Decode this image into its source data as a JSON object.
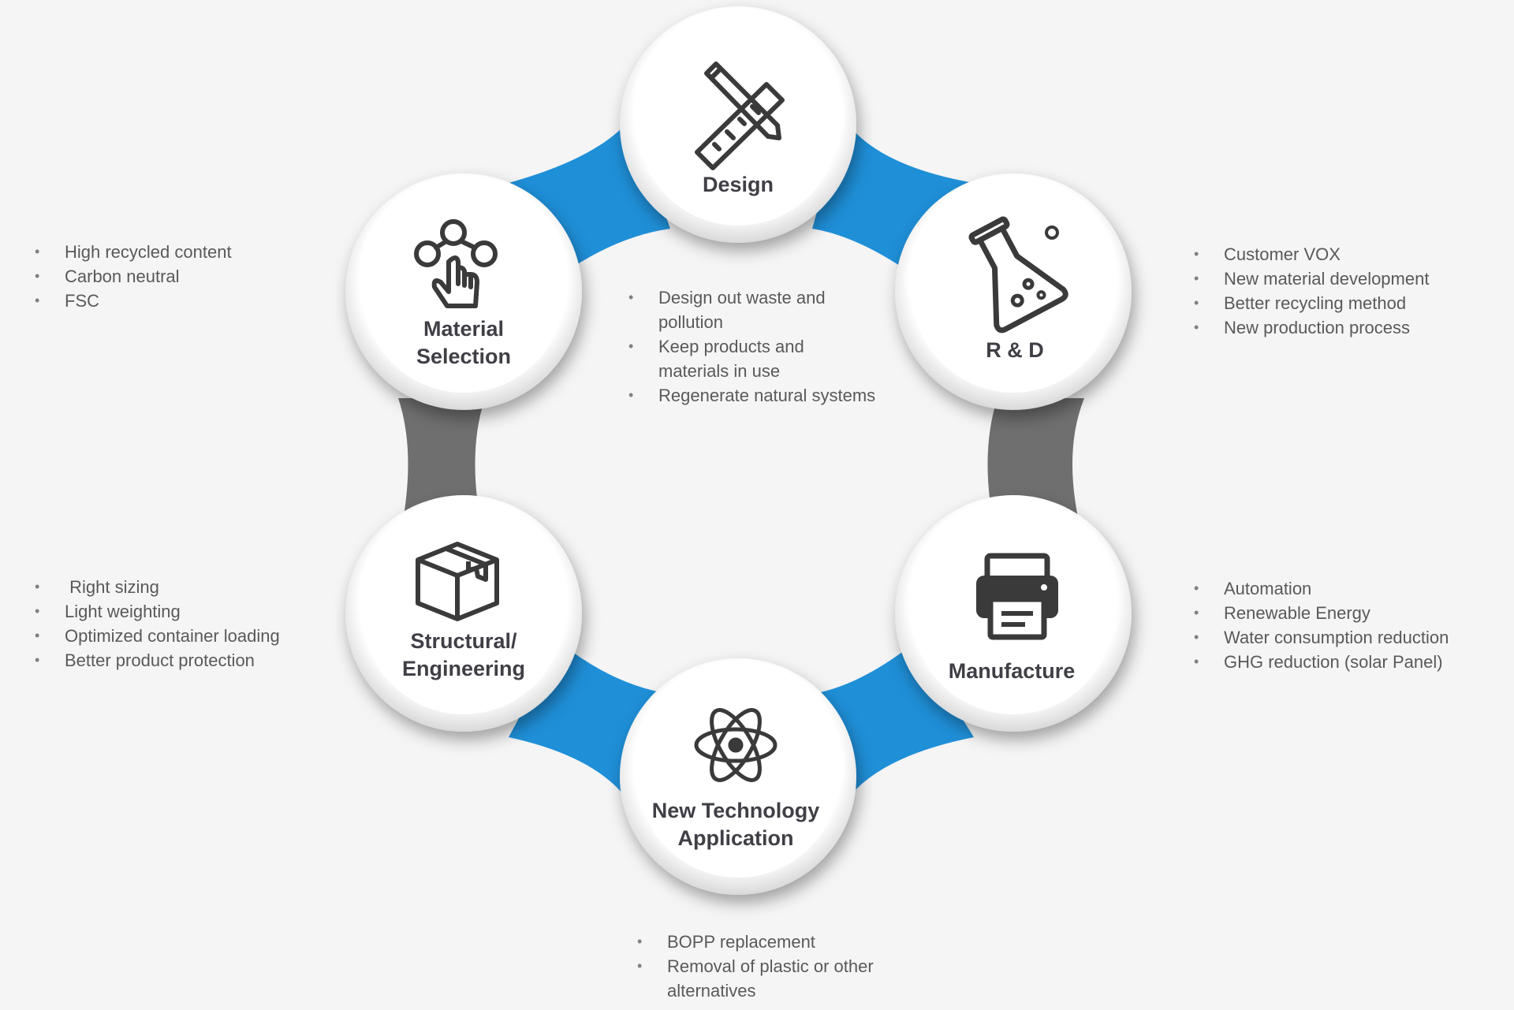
{
  "nodes": {
    "design": {
      "title": "Design",
      "icon": "ruler-pencil-icon"
    },
    "rnd": {
      "title": "R & D",
      "icon": "flask-icon"
    },
    "manufacture": {
      "title": "Manufacture",
      "icon": "printer-icon"
    },
    "new_tech": {
      "title_line1": "New Technology",
      "title_line2": "Application",
      "icon": "atom-icon"
    },
    "structural": {
      "title_line1": "Structural/",
      "title_line2": "Engineering",
      "icon": "box-icon"
    },
    "material": {
      "title_line1": "Material",
      "title_line2": "Selection",
      "icon": "touch-network-icon"
    }
  },
  "lists": {
    "material": [
      "High recycled content",
      "Carbon neutral",
      "FSC"
    ],
    "rnd": [
      "Customer VOX",
      "New material development",
      "Better recycling method",
      "New production process"
    ],
    "center": [
      {
        "line1": "Design out waste and",
        "line2": "pollution"
      },
      {
        "line1": "Keep products and",
        "line2": "materials in use"
      },
      {
        "line1": "Regenerate natural systems",
        "line2": ""
      }
    ],
    "structural": [
      "Right sizing",
      "Light weighting",
      "Optimized container loading",
      "Better product protection"
    ],
    "manufacture": [
      "Automation",
      "Renewable Energy",
      "Water consumption reduction",
      "GHG reduction (solar Panel)"
    ],
    "new_tech": [
      {
        "line1": "BOPP replacement",
        "line2": ""
      },
      {
        "line1": "Removal of plastic or other",
        "line2": "alternatives"
      }
    ]
  },
  "colors": {
    "background": "#f5f5f5",
    "connector_blue": "#1f8fd8",
    "connector_gray": "#6f6f6f",
    "circle": "#ffffff",
    "icon": "#3a3a3a",
    "title_text": "#3f3f46",
    "list_text": "#595959"
  }
}
